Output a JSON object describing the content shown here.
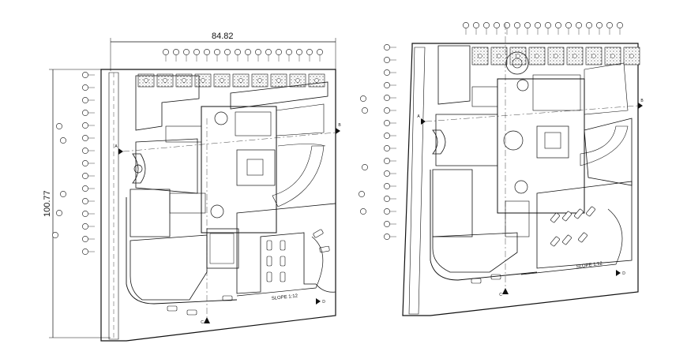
{
  "plans": [
    {
      "name": "left-site-plan",
      "dimension_width": "84.82",
      "dimension_height": "100.77",
      "slope_label": "SLOPE 1:12",
      "section_markers": [
        "A",
        "B",
        "C",
        "D"
      ]
    },
    {
      "name": "right-site-plan",
      "slope_label": "SLOPE 1:12",
      "section_markers": [
        "A",
        "B",
        "C",
        "D"
      ]
    }
  ],
  "colors": {
    "line": "#111111",
    "background": "#ffffff",
    "hatch": "#222222",
    "paving": "#cccccc"
  }
}
